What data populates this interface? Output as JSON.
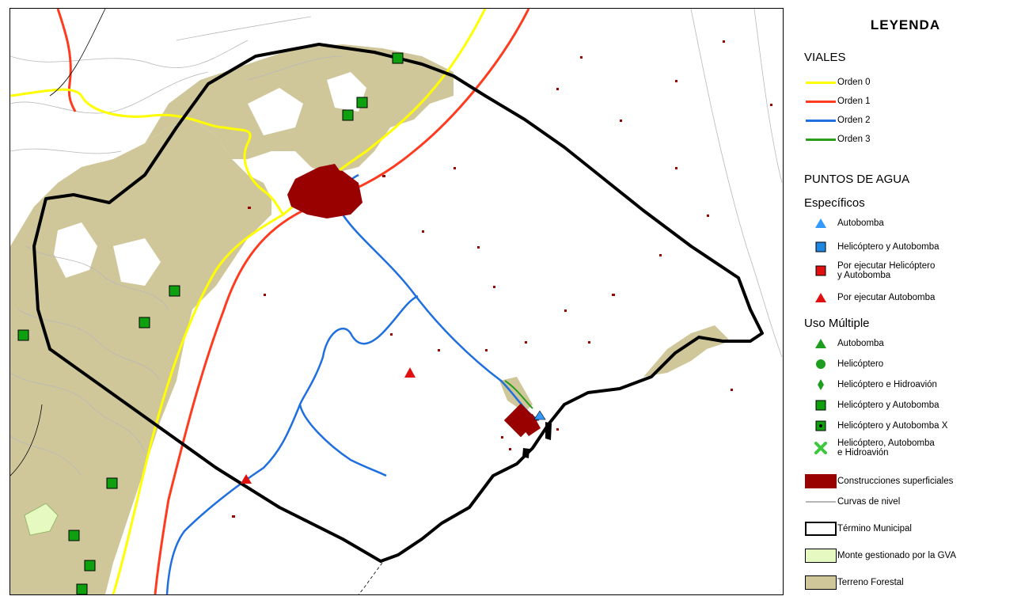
{
  "legend": {
    "title": "LEYENDA",
    "viales": {
      "heading": "VIALES",
      "items": [
        {
          "label": "Orden 0",
          "color": "#ffff00"
        },
        {
          "label": "Orden 1",
          "color": "#ff3b1f"
        },
        {
          "label": "Orden 2",
          "color": "#1f6fe0"
        },
        {
          "label": "Orden 3",
          "color": "#2a9e1a"
        }
      ]
    },
    "puntos_de_agua": {
      "heading": "PUNTOS DE AGUA"
    },
    "especificos": {
      "heading": "Específicos",
      "items": [
        {
          "label": "Autobomba",
          "icon": "blue-triangle-icon",
          "color": "#3399ff"
        },
        {
          "label": "Helicóptero y Autobomba",
          "icon": "blue-square-icon",
          "color": "#1e88e5"
        },
        {
          "label": "Por ejecutar Helicóptero\ny Autobomba",
          "icon": "red-square-icon",
          "color": "#e01010"
        },
        {
          "label": "Por ejecutar Autobomba",
          "icon": "red-triangle-icon",
          "color": "#e01010"
        }
      ]
    },
    "uso_multiple": {
      "heading": "Uso Múltiple",
      "items": [
        {
          "label": "Autobomba",
          "icon": "green-triangle-icon",
          "color": "#1e9e1e"
        },
        {
          "label": "Helicóptero",
          "icon": "green-circle-icon",
          "color": "#1e9e1e"
        },
        {
          "label": "Helicóptero e Hidroavión",
          "icon": "green-diamond-icon",
          "color": "#1e9e1e"
        },
        {
          "label": "Helicóptero y Autobomba",
          "icon": "green-square-icon",
          "color": "#0fa00f"
        },
        {
          "label": "Helicóptero y Autobomba X",
          "icon": "green-square-dot-icon",
          "color": "#0fa00f"
        },
        {
          "label": "Helicóptero, Autobomba\ne Hidroavión",
          "icon": "green-cross-icon",
          "color": "#3cc83c"
        }
      ]
    },
    "other": [
      {
        "label": "Construcciones superficiales",
        "icon": "dark-red-box-icon",
        "color": "#990000"
      },
      {
        "label": "Curvas de nivel",
        "icon": "grey-line-icon",
        "color": "#b5b5b5"
      },
      {
        "label": "Término Municipal",
        "icon": "white-box-icon",
        "color": "#ffffff"
      },
      {
        "label": "Monte gestionado por la GVA",
        "icon": "light-green-box-icon",
        "color": "#e6f9c0"
      },
      {
        "label": "Terreno Forestal",
        "icon": "khaki-box-icon",
        "color": "#cfc79a"
      }
    ]
  },
  "map": {
    "colors": {
      "forest": "#cfc79a",
      "boundary": "#000000",
      "contour": "#b8b8b8",
      "urban": "#990000"
    }
  }
}
